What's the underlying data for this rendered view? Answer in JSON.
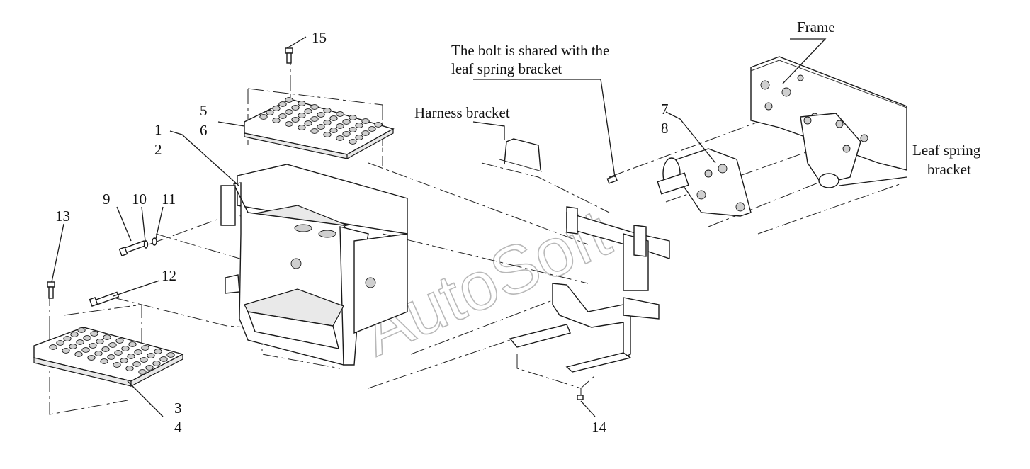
{
  "labels": {
    "frame": "Frame",
    "bolt_note_line1": "The bolt is shared with the",
    "bolt_note_line2": "leaf spring bracket",
    "harness_bracket": "Harness bracket",
    "leaf_spring_line1": "Leaf spring",
    "leaf_spring_line2": "bracket"
  },
  "callouts": [
    "1",
    "2",
    "3",
    "4",
    "5",
    "6",
    "7",
    "8",
    "9",
    "10",
    "11",
    "12",
    "13",
    "14",
    "15"
  ],
  "watermark": "AutoSoft",
  "colors": {
    "line": "#1a1a1a",
    "watermark": "#b8b8b8",
    "hole": "#cfcfcf"
  }
}
